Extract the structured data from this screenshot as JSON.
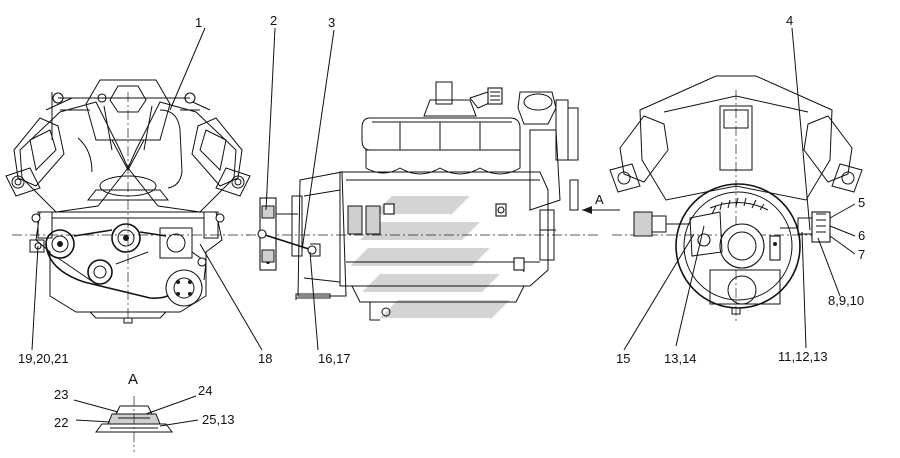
{
  "view_label": "A",
  "arrow_label": "A",
  "callouts": {
    "c1": "1",
    "c2": "2",
    "c3": "3",
    "c4": "4",
    "c5": "5",
    "c6": "6",
    "c7": "7",
    "c8": "8,9,10",
    "c11": "11,12,13",
    "c13": "13,14",
    "c15": "15",
    "c16": "16,17",
    "c18": "18",
    "c19": "19,20,21",
    "c22": "22",
    "c23": "23",
    "c24": "24",
    "c25": "25,13"
  }
}
